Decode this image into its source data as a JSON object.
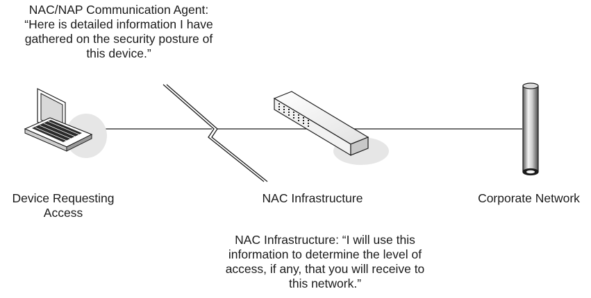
{
  "agent_quote": {
    "lines": [
      "NAC/NAP Communication Agent:",
      "“Here is detailed information I have",
      "gathered on the security posture of",
      "this device.”"
    ]
  },
  "nodes": {
    "device": {
      "label_lines": [
        "Device Requesting",
        "Access"
      ],
      "icon": "laptop-icon"
    },
    "infrastructure": {
      "label": "NAC Infrastructure",
      "icon": "network-switch-icon"
    },
    "corporate": {
      "label": "Corporate Network",
      "icon": "network-backbone-pipe-icon"
    }
  },
  "infra_quote": {
    "lines": [
      "NAC Infrastructure: “I will use this",
      "information to determine the level of",
      "access, if any, that you will receive to",
      "this network.”"
    ]
  },
  "connections": [
    {
      "from": "device",
      "to": "infrastructure",
      "style": "wireless-lightning"
    },
    {
      "from": "infrastructure",
      "to": "corporate",
      "style": "line"
    }
  ],
  "colors": {
    "line": "#1a1a1a",
    "shadow": "#e6e6e6",
    "screen": "#d9d9d9"
  }
}
